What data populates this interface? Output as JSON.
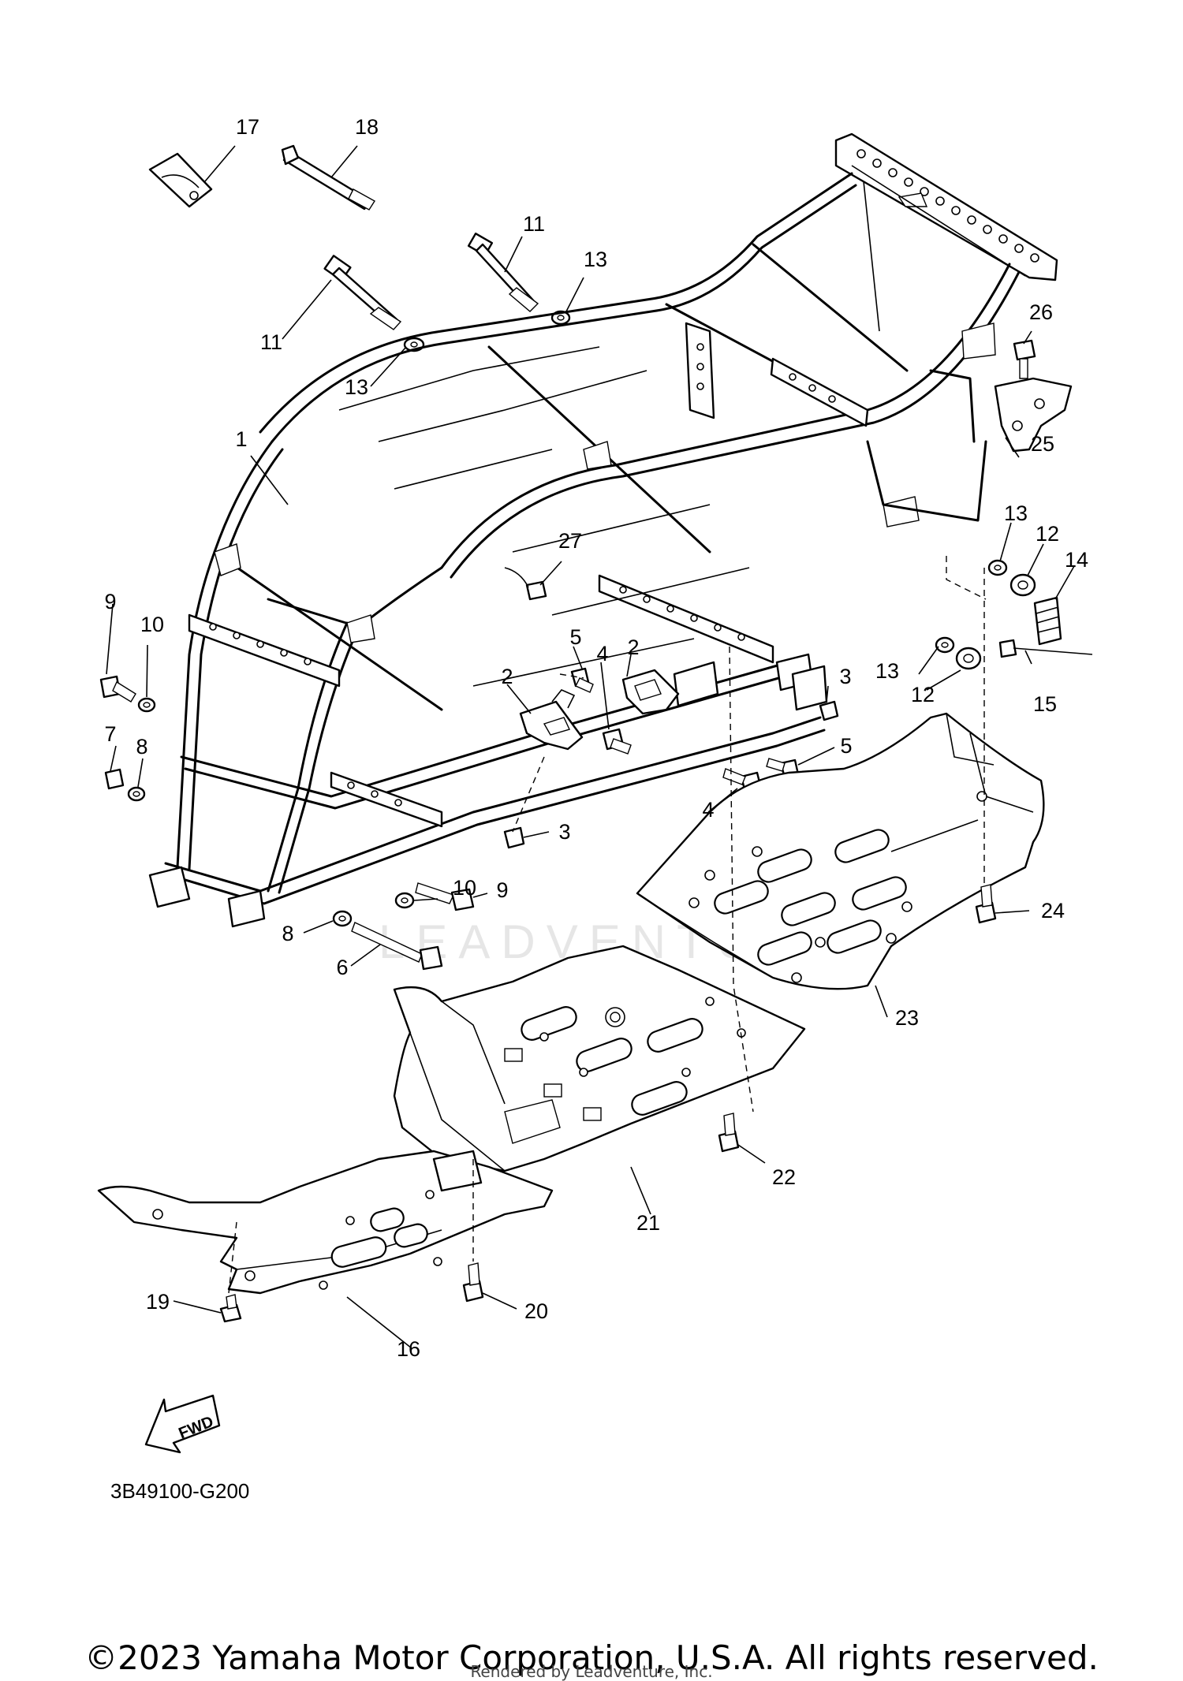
{
  "diagram": {
    "code": "3B49100-G200",
    "fwd_label": "FWD",
    "watermark": "LEADVENTURE",
    "copyright": "©2023 Yamaha Motor Corporation, U.S.A. All rights reserved.",
    "rendered_by": "Rendered by Leadventure, Inc.",
    "callouts": [
      "1",
      "2",
      "2",
      "3",
      "3",
      "4",
      "4",
      "5",
      "5",
      "6",
      "7",
      "8",
      "8",
      "9",
      "9",
      "10",
      "10",
      "11",
      "11",
      "12",
      "12",
      "13",
      "13",
      "13",
      "13",
      "14",
      "15",
      "16",
      "17",
      "18",
      "19",
      "20",
      "21",
      "22",
      "23",
      "24",
      "25",
      "26",
      "27"
    ]
  }
}
